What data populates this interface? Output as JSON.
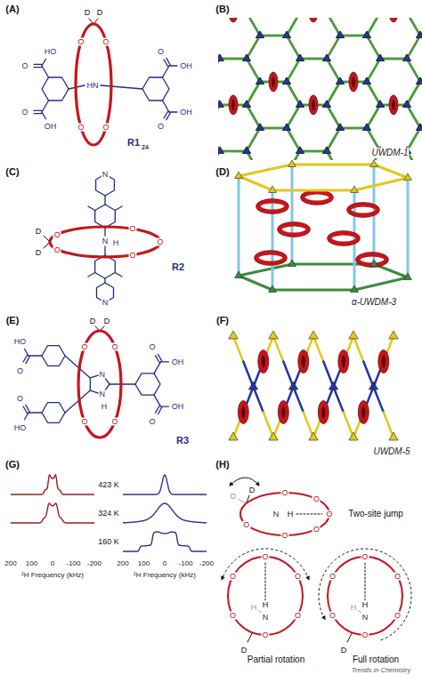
{
  "diagram": {
    "labels": [
      "(A)",
      "(B)",
      "(C)",
      "(D)",
      "(E)",
      "(F)",
      "(G)",
      "(H)",
      "O",
      "HO",
      "OH",
      "O",
      "HN",
      "O",
      "OH",
      "OH",
      "O",
      "D",
      "D",
      "O",
      "O",
      "O",
      "O",
      "R1",
      "24",
      "UWDM-1",
      "N",
      "N",
      "H",
      "N",
      "D",
      "D",
      "O",
      "O",
      "O",
      "O",
      "O",
      "R2",
      "α-UWDM-3",
      "O",
      "HO",
      "HO",
      "O",
      "N",
      "N",
      "H",
      "O",
      "OH",
      "OH",
      "O",
      "D",
      "D",
      "O",
      "O",
      "O",
      "O",
      "R3",
      "UWDM-5",
      "423 K",
      "324 K",
      "160 K",
      "200",
      "100",
      "0",
      "-100",
      "-200",
      "²H Frequency (kHz)",
      "200",
      "100",
      "0",
      "-100",
      "-200",
      "²H Frequency (kHz)",
      "D",
      "D",
      "O",
      "O",
      "O",
      "O",
      "O",
      "O",
      "N",
      "H",
      "Two-site jump",
      "O",
      "O",
      "O",
      "O",
      "O",
      "O",
      "N",
      "H",
      "H",
      "D",
      "Partial rotation",
      "O",
      "O",
      "O",
      "O",
      "O",
      "O",
      "N",
      "H",
      "H",
      "D",
      "Full rotation",
      "Trends in Chemistry"
    ]
  }
}
